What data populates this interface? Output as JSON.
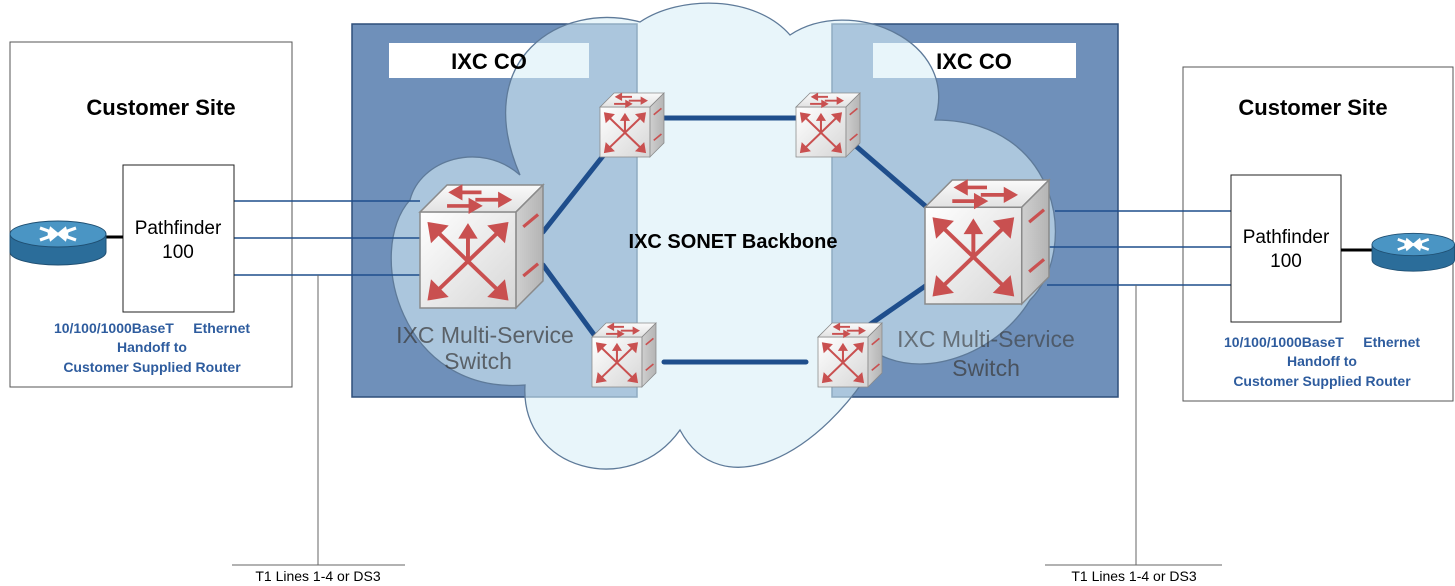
{
  "colors": {
    "co_fill": "#6F90BA",
    "co_border": "#2F4F7A",
    "cloud_fill": "#D8EEF6",
    "cloud_stroke": "#5E7A99",
    "link_blue": "#1F4E8C",
    "note_blue": "#2E5C9E",
    "router_blue": "#3D86B5"
  },
  "left_site": {
    "title": "Customer Site",
    "device_line1": "Pathfinder",
    "device_line2": "100",
    "handoff_line1": "10/100/1000BaseT     Ethernet",
    "handoff_line2": "Handoff to",
    "handoff_line3": "Customer Supplied Router",
    "router_icon": "router-icon"
  },
  "right_site": {
    "title": "Customer Site",
    "device_line1": "Pathfinder",
    "device_line2": "100",
    "handoff_line1": "10/100/1000BaseT     Ethernet",
    "handoff_line2": "Handoff to",
    "handoff_line3": "Customer Supplied Router",
    "router_icon": "router-icon"
  },
  "left_co": {
    "label": "IXC CO",
    "switch_line1": "IXC Multi-Service",
    "switch_line2": "Switch",
    "switch_icon": "multilayer-switch-icon"
  },
  "right_co": {
    "label": "IXC CO",
    "switch_line1": "IXC Multi-Service",
    "switch_line2": "Switch",
    "switch_icon": "multilayer-switch-icon"
  },
  "backbone": {
    "label": "IXC SONET Backbone",
    "node_icon": "multilayer-switch-icon"
  },
  "t1_left": "T1 Lines 1-4 or DS3",
  "t1_right": "T1 Lines 1-4 or DS3"
}
